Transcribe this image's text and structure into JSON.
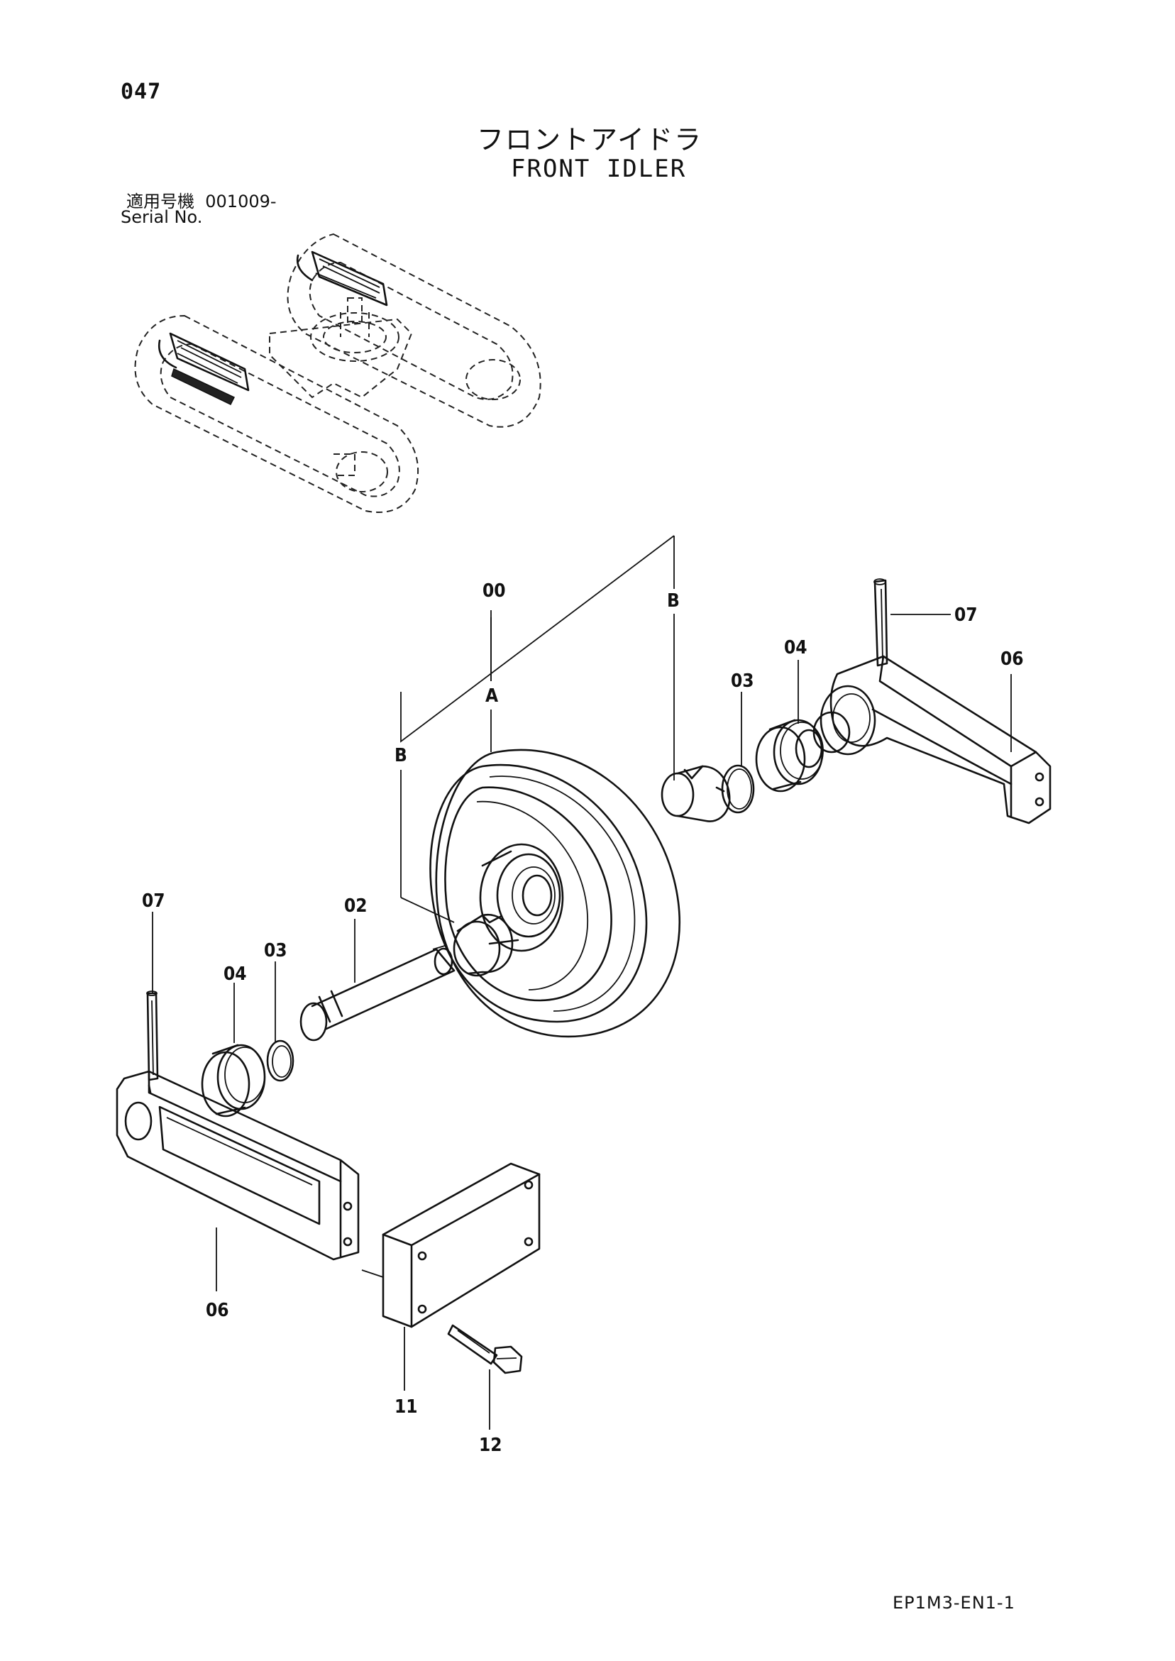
{
  "header": {
    "page_number": "047",
    "title_jp": "フロントアイドラ",
    "title_en": "FRONT IDLER",
    "serial_label_jp": "適用号機",
    "serial_value": "001009-",
    "serial_label_en": "Serial No."
  },
  "callouts": {
    "c00": "00",
    "cA": "A",
    "cB_top": "B",
    "cB_left": "B",
    "c07_right": "07",
    "c04_right": "04",
    "c06_right": "06",
    "c03_right": "03",
    "c07_left": "07",
    "c02": "02",
    "c03_left": "03",
    "c04_left": "04",
    "c06_left": "06",
    "c11": "11",
    "c12": "12"
  },
  "footer": {
    "doc_code": "EP1M3-EN1-1"
  }
}
